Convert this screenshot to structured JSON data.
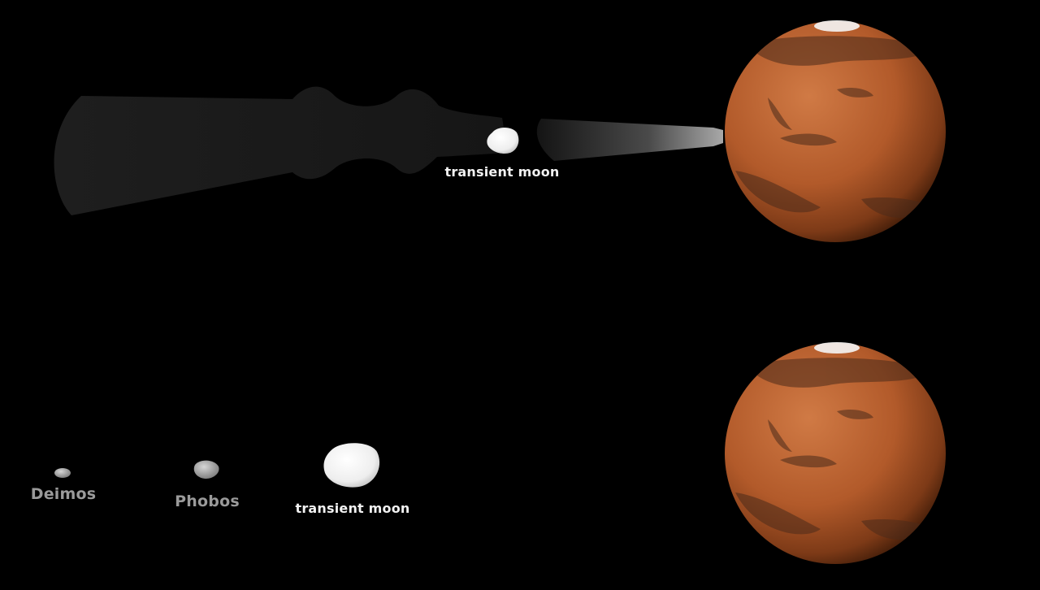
{
  "top_panel": {
    "moon_label": "transient moon"
  },
  "bottom_panel": {
    "moons": [
      {
        "label": "Deimos"
      },
      {
        "label": "Phobos"
      },
      {
        "label": "transient moon"
      }
    ]
  },
  "colors": {
    "background": "#000000",
    "mars_surface": "#b25a2a",
    "mars_dark_markings": "#4a2a1a",
    "polar_cap": "#f5f5f5",
    "bright_label": "#f2f2f2",
    "dim_label": "#9a9a9a",
    "moon": "#f4f4f4",
    "shadow": "#1c1c1c"
  }
}
